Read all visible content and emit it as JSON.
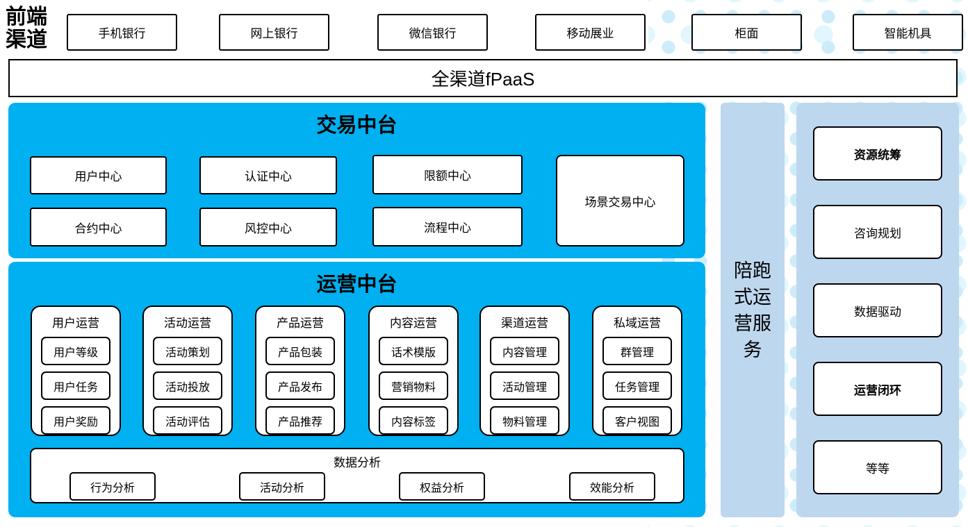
{
  "colors": {
    "bright_blue": "#00b0f0",
    "light_blue": "#bdd7ee",
    "dot_light": "#cdecf9",
    "border": "#000000"
  },
  "front_channels": {
    "label": "前端渠道",
    "items": [
      "手机银行",
      "网上银行",
      "微信银行",
      "移动展业",
      "柜面",
      "智能机具"
    ]
  },
  "fpaas_bar": {
    "label": "全渠道fPaaS"
  },
  "trade_platform": {
    "title": "交易中台",
    "centers": [
      "用户中心",
      "认证中心",
      "限额中心",
      "合约中心",
      "风控中心",
      "流程中心"
    ],
    "tall_center": "场景交易中心"
  },
  "operation_platform": {
    "title": "运营中台",
    "groups": [
      {
        "title": "用户运营",
        "items": [
          "用户等级",
          "用户任务",
          "用户奖励"
        ]
      },
      {
        "title": "活动运营",
        "items": [
          "活动策划",
          "活动投放",
          "活动评估"
        ]
      },
      {
        "title": "产品运营",
        "items": [
          "产品包装",
          "产品发布",
          "产品推荐"
        ]
      },
      {
        "title": "内容运营",
        "items": [
          "话术模版",
          "营销物料",
          "内容标签"
        ]
      },
      {
        "title": "渠道运营",
        "items": [
          "内容管理",
          "活动管理",
          "物料管理"
        ]
      },
      {
        "title": "私域运营",
        "items": [
          "群管理",
          "任务管理",
          "客户视图"
        ]
      }
    ],
    "data_analysis": {
      "title": "数据分析",
      "items": [
        "行为分析",
        "活动分析",
        "权益分析",
        "效能分析"
      ]
    }
  },
  "side_service_bar": {
    "label": "陪跑式运营服务"
  },
  "right_panel": {
    "items": [
      {
        "label": "资源统筹",
        "bold": true
      },
      {
        "label": "咨询规划",
        "bold": false
      },
      {
        "label": "数据驱动",
        "bold": false
      },
      {
        "label": "运营闭环",
        "bold": true
      },
      {
        "label": "等等",
        "bold": false
      }
    ]
  }
}
